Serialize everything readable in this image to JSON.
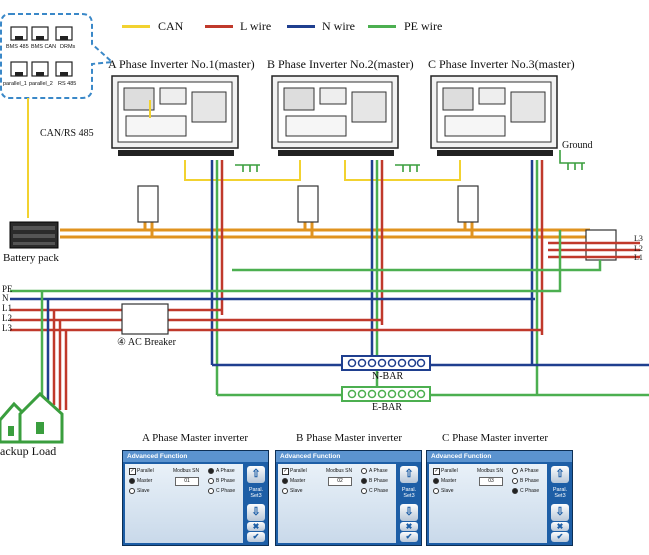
{
  "legend": {
    "items": [
      {
        "label": "CAN",
        "color": "#f2d230"
      },
      {
        "label": "L wire",
        "color": "#c0392b"
      },
      {
        "label": "N wire",
        "color": "#1f3f8f"
      },
      {
        "label": "PE wire",
        "color": "#4caf50"
      }
    ]
  },
  "ports": {
    "row1": [
      "BMS 485",
      "BMS CAN",
      "DRMs"
    ],
    "row2": [
      "parallel_1",
      "parallel_2",
      "RS 485"
    ]
  },
  "inverters": [
    {
      "title": "A Phase Inverter No.1(master)"
    },
    {
      "title": "B Phase Inverter No.2(master)"
    },
    {
      "title": "C Phase Inverter No.3(master)"
    }
  ],
  "labels": {
    "can_rs485": "CAN/RS 485",
    "ground": "Ground",
    "battery_pack": "Battery pack",
    "ac_breaker": "④ AC Breaker",
    "n_bar": "N-BAR",
    "e_bar": "E-BAR",
    "backup_load": "ackup Load",
    "grid_lines": [
      "L3",
      "L2",
      "L1"
    ],
    "left_lines": [
      "PE",
      "N",
      "L1",
      "L2",
      "L3"
    ]
  },
  "panels": [
    {
      "title": "A Phase Master inverter",
      "header": "Advanced Function",
      "parallel": "Parallel",
      "master": "Master",
      "slave": "Slave",
      "modbus_label": "Modbus SN",
      "modbus_value": "01",
      "phases": [
        "A Phase",
        "B Phase",
        "C Phase"
      ],
      "selected_phase": 0,
      "side_label": "Paral. Set3"
    },
    {
      "title": "B Phase Master inverter",
      "header": "Advanced Function",
      "parallel": "Parallel",
      "master": "Master",
      "slave": "Slave",
      "modbus_label": "Modbus SN",
      "modbus_value": "02",
      "phases": [
        "A Phase",
        "B Phase",
        "C Phase"
      ],
      "selected_phase": 1,
      "side_label": "Paral. Set3"
    },
    {
      "title": "C Phase Master inverter",
      "header": "Advanced Function",
      "parallel": "Parallel",
      "master": "Master",
      "slave": "Slave",
      "modbus_label": "Modbus SN",
      "modbus_value": "03",
      "phases": [
        "A Phase",
        "B Phase",
        "C Phase"
      ],
      "selected_phase": 2,
      "side_label": "Paral. Set3"
    }
  ]
}
